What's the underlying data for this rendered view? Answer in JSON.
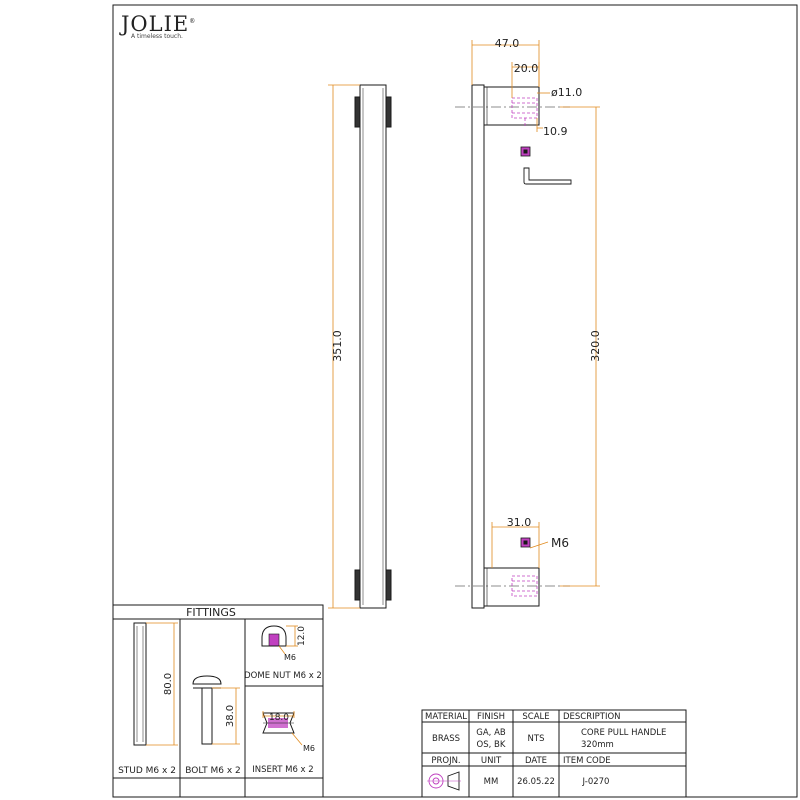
{
  "brand": {
    "name": "JOLIE",
    "reg": "®",
    "tagline": "A timeless touch."
  },
  "front_view": {
    "length_label": "351.0"
  },
  "side_view": {
    "width_label": "47.0",
    "post_width_label": "20.0",
    "diameter_label": "ø11.0",
    "offset_label": "10.9",
    "centers_label": "320.0",
    "bottom_width_label": "31.0",
    "thread_label": "M6"
  },
  "fittings": {
    "title": "FITTINGS",
    "stud": {
      "label": "STUD M6 x 2",
      "dim": "80.0"
    },
    "bolt": {
      "label": "BOLT M6 x 2",
      "dim": "38.0"
    },
    "dome_nut": {
      "label": "DOME NUT M6 x 2",
      "dim": "12.0",
      "thread": "M6"
    },
    "insert": {
      "label": "INSERT M6 x 2",
      "dim": "18.0",
      "thread": "M6"
    }
  },
  "title_block": {
    "headers": [
      "MATERIAL",
      "FINISH",
      "SCALE",
      "DESCRIPTION"
    ],
    "material": "BRASS",
    "finish_line1": "GA, AB",
    "finish_line2": "OS, BK",
    "scale": "NTS",
    "description_line1": "CORE PULL HANDLE",
    "description_line2": "320mm",
    "headers2": [
      "PROJN.",
      "UNIT",
      "DATE",
      "ITEM CODE"
    ],
    "unit": "MM",
    "date": "26.05.22",
    "item_code": "J-0270"
  },
  "colors": {
    "line": "#1a1a1a",
    "dimension": "#e08a1e",
    "hidden": "#c040c0"
  }
}
